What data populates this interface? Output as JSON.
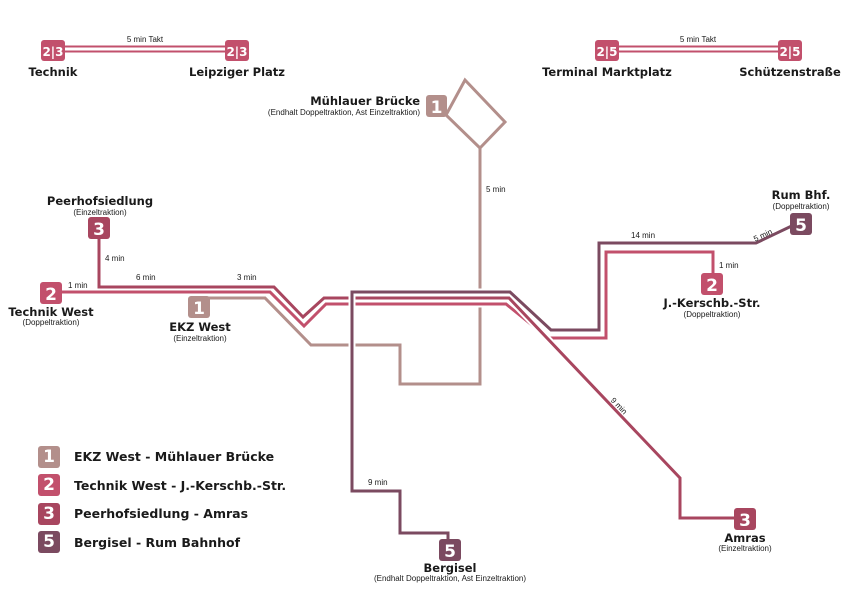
{
  "colors": {
    "line1": "#b38f8b",
    "line2": "#c2506c",
    "line3": "#a8465f",
    "line5": "#7b4a60",
    "shuttle": "#c2506c"
  },
  "shuttles": [
    {
      "badge": "2|3",
      "from": "Technik",
      "to": "Leipziger Platz",
      "time": "5 min Takt"
    },
    {
      "badge": "2|5",
      "from": "Terminal Marktplatz",
      "to": "Schützenstraße",
      "time": "5 min Takt"
    }
  ],
  "stops": {
    "muehlau": {
      "badge": "1",
      "name": "Mühlauer Brücke",
      "sub": "(Endhalt Doppeltraktion, Ast Einzeltraktion)"
    },
    "peerhof": {
      "badge": "3",
      "name": "Peerhofsiedlung",
      "sub": "(Einzeltraktion)"
    },
    "technik_west": {
      "badge": "2",
      "name": "Technik West",
      "sub": "(Doppeltraktion)"
    },
    "ekz_west": {
      "badge": "1",
      "name": "EKZ West",
      "sub": "(Einzeltraktion)"
    },
    "rum": {
      "badge": "5",
      "name": "Rum Bhf.",
      "sub": "(Doppeltraktion)"
    },
    "kerschb": {
      "badge": "2",
      "name": "J.-Kerschb.-Str.",
      "sub": "(Doppeltraktion)"
    },
    "amras": {
      "badge": "3",
      "name": "Amras",
      "sub": "(Einzeltraktion)"
    },
    "bergisel": {
      "badge": "5",
      "name": "Bergisel",
      "sub": "(Endhalt Doppeltraktion, Ast Einzeltraktion)"
    }
  },
  "times": {
    "muehlau_branch": "5 min",
    "peerhof_branch": "4 min",
    "technik_west_link": "1 min",
    "technik_to_junction": "6 min",
    "junction_to_ekz": "3 min",
    "rum_branch": "5 min",
    "east_trunk": "14 min",
    "kerschb_link": "1 min",
    "amras_branch": "9 min",
    "bergisel_branch": "9 min"
  },
  "legend": [
    {
      "badge": "1",
      "label": "EKZ West - Mühlauer Brücke",
      "color": "#b38f8b"
    },
    {
      "badge": "2",
      "label": "Technik West - J.-Kerschb.-Str.",
      "color": "#c2506c"
    },
    {
      "badge": "3",
      "label": "Peerhofsiedlung - Amras",
      "color": "#a8465f"
    },
    {
      "badge": "5",
      "label": "Bergisel - Rum Bahnhof",
      "color": "#7b4a60"
    }
  ]
}
